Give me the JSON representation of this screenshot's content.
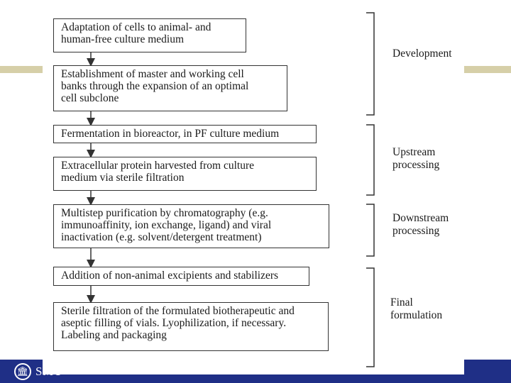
{
  "steps": [
    {
      "lines": [
        "Adaptation of cells to animal- and",
        "human-free culture medium"
      ]
    },
    {
      "lines": [
        "Establishment of master and working cell",
        "banks through the expansion of an optimal",
        "cell subclone"
      ]
    },
    {
      "lines": [
        "Fermentation in bioreactor, in PF culture medium"
      ]
    },
    {
      "lines": [
        "Extracellular protein harvested from culture",
        "medium via sterile filtration"
      ]
    },
    {
      "lines": [
        "Multistep purification by chromatography (e.g.",
        "immunoaffinity, ion exchange, ligand) and viral",
        "inactivation (e.g. solvent/detergent treatment)"
      ]
    },
    {
      "lines": [
        "Addition of non-animal excipients and stabilizers"
      ]
    },
    {
      "lines": [
        "Sterile filtration of the formulated biotherapeutic and",
        "aseptic filling of vials.  Lyophilization, if necessary.",
        "Labeling and packaging"
      ]
    }
  ],
  "stages": [
    {
      "lines": [
        "Development"
      ]
    },
    {
      "lines": [
        "Upstream",
        "processing"
      ]
    },
    {
      "lines": [
        "Downstream",
        "processing"
      ]
    },
    {
      "lines": [
        "Final",
        "formulation"
      ]
    }
  ],
  "footer": {
    "logo_text": "SMU"
  },
  "colors": {
    "band": "#d6cfa8",
    "footer": "#1f2f86",
    "stroke": "#333333"
  }
}
